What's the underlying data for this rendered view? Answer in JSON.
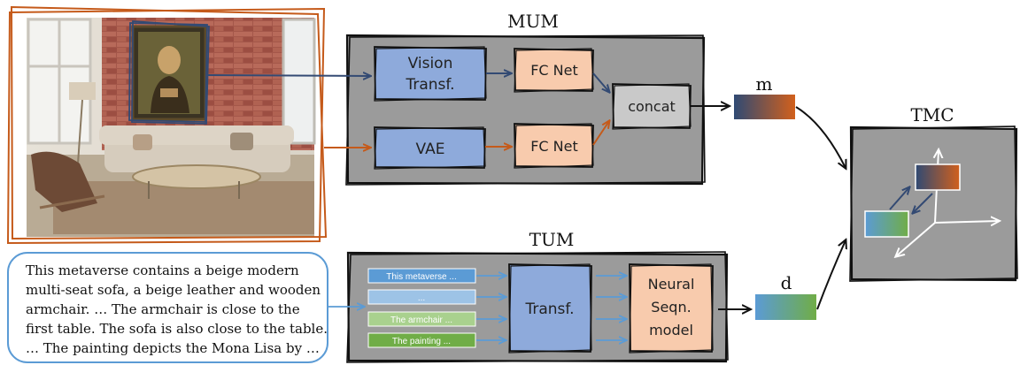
{
  "mum": {
    "title": "MUM",
    "vision": [
      "Vision",
      "Transf."
    ],
    "vae": "VAE",
    "fc1": "FC Net",
    "fc2": "FC Net",
    "concat": "concat"
  },
  "tum": {
    "title": "TUM",
    "inputs": [
      "This metaverse ...",
      "...",
      "The armchair ...",
      "The painting ..."
    ],
    "transf": "Transf.",
    "seq": [
      "Neural",
      "Seqn.",
      "model"
    ]
  },
  "outputs": {
    "m_label": "m",
    "d_label": "d"
  },
  "tmc": {
    "title": "TMC"
  },
  "description": {
    "lines": [
      "This metaverse contains a beige modern",
      "multi-seat sofa, a beige leather and wooden",
      "armchair. … The armchair is close to the",
      "first table. The sofa is also close to the table.",
      "… The painting depicts the Mona Lisa by …"
    ]
  },
  "colors": {
    "orange": "#c55a1a",
    "navy": "#334a73",
    "blue_box": "#8eaadb",
    "peach_box": "#f8cbad",
    "gray_panel": "#9b9b9b",
    "green": "#70ad47",
    "light_blue": "#5b9bd5"
  }
}
